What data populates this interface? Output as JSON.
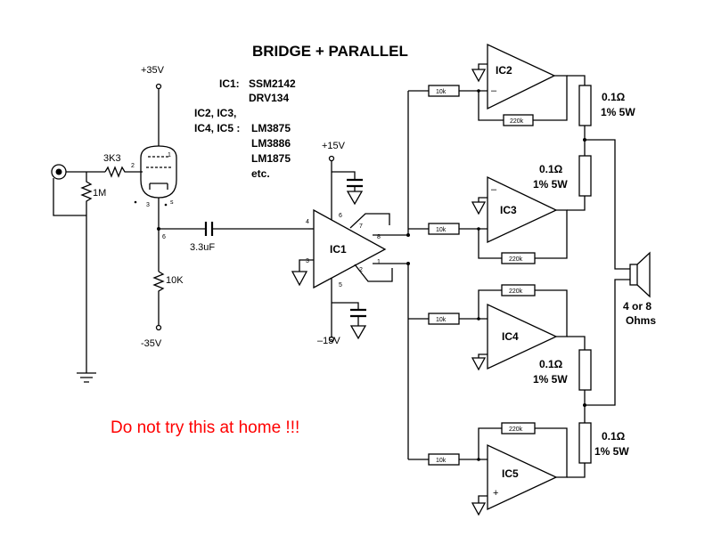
{
  "title": "BRIDGE + PARALLEL",
  "warning": "Do not try this at home !!!",
  "ic_notes": {
    "ic1_label": "IC1:",
    "ic1_parts": [
      "SSM2142",
      "DRV134"
    ],
    "others_label_1": "IC2, IC3,",
    "others_label_2": "IC4, IC5 :",
    "others_parts": [
      "LM3875",
      "LM3886",
      "LM1875",
      "etc."
    ]
  },
  "tube": {
    "supply_pos": "+35V",
    "supply_neg": "-35V",
    "grid_resistor": "3K3",
    "input_resistor": "1M",
    "cathode_resistor": "10K",
    "coupling_cap": "3.3uF",
    "pins": {
      "plate": "1",
      "grid": "2",
      "heater": "3",
      "s": "s",
      "cathode": "6"
    }
  },
  "ic1": {
    "label": "IC1",
    "supply_pos": "+15V",
    "supply_neg": "–15V",
    "pins": {
      "p1": "1",
      "p2": "2",
      "p3": "3",
      "p4": "4",
      "p5": "5",
      "p6": "6",
      "p7": "7",
      "p8": "8"
    }
  },
  "amps": [
    {
      "label": "IC2",
      "input_res": "10k",
      "feedback_res": "220k",
      "sign_top": "–",
      "sign_bottom": ""
    },
    {
      "label": "IC3",
      "input_res": "10k",
      "feedback_res": "220k",
      "sign_top": "–",
      "sign_bottom": ""
    },
    {
      "label": "IC4",
      "input_res": "10k",
      "feedback_res": "220k",
      "sign_top": "",
      "sign_bottom": ""
    },
    {
      "label": "IC5",
      "input_res": "10k",
      "feedback_res": "220k",
      "sign_top": "",
      "sign_bottom": "+"
    }
  ],
  "output_resistors": [
    {
      "value": "0.1Ω",
      "spec": "1% 5W"
    },
    {
      "value": "0.1Ω",
      "spec": "1% 5W"
    },
    {
      "value": "0.1Ω",
      "spec": "1% 5W"
    },
    {
      "value": "0.1Ω",
      "spec": "1% 5W"
    }
  ],
  "speaker": {
    "line1": "4 or 8",
    "line2": "Ohms"
  }
}
